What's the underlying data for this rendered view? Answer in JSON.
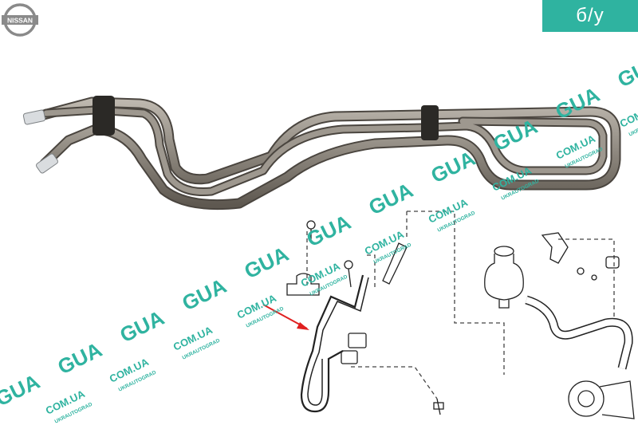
{
  "brand": {
    "logo_text": "NISSAN"
  },
  "condition_badge": {
    "label": "б/у",
    "color": "#2fb3a0"
  },
  "watermark": {
    "big": "GUA",
    "site": "COM.UA",
    "small": "UKRAUTOGRAD",
    "color": "#2fb3a0"
  },
  "photo": {
    "subject": "power-steering-cooler-pipe"
  },
  "diagram": {
    "callout_color": "#e02020"
  }
}
